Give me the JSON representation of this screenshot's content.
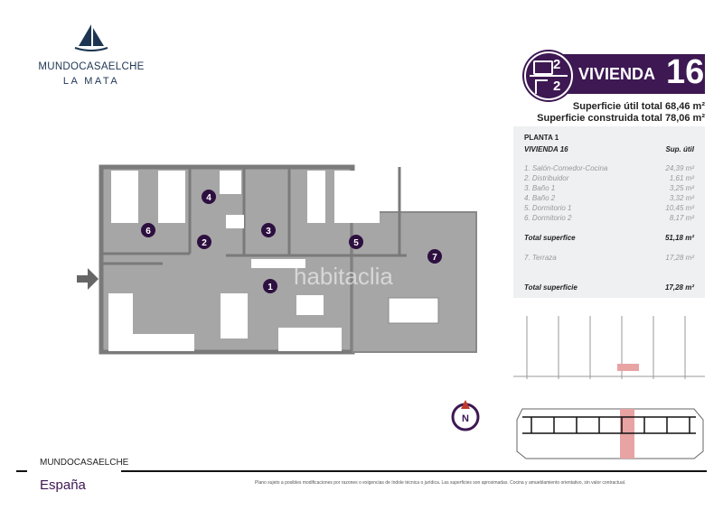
{
  "logo": {
    "brand": "MUNDOCASAELCHE",
    "location": "LA MATA"
  },
  "header": {
    "bedrooms": "2",
    "bathrooms": "2",
    "title": "VIVIENDA",
    "number": "16",
    "superficie_util": "Superficie útil total 68,46 m²",
    "superficie_construida": "Superficie construida total 78,06 m²"
  },
  "table": {
    "floor": "PLANTA 1",
    "unit": "VIVIENDA 16",
    "col_header": "Sup. útil",
    "rooms": [
      {
        "name": "1. Salón-Comedor-Cocina",
        "area": "24,39 m²"
      },
      {
        "name": "2. Distribuidor",
        "area": "1,61 m²"
      },
      {
        "name": "3. Baño 1",
        "area": "3,25 m²"
      },
      {
        "name": "4. Baño 2",
        "area": "3,32 m²"
      },
      {
        "name": "5. Dormitorio 1",
        "area": "10,45 m²"
      },
      {
        "name": "6. Dormitorio 2",
        "area": "8,17 m²"
      }
    ],
    "total1_label": "Total superfice",
    "total1_value": "51,18 m²",
    "terrace": {
      "name": "7. Terraza",
      "area": "17,28 m²"
    },
    "total2_label": "Total superficie",
    "total2_value": "17,28 m²"
  },
  "plan": {
    "labels": [
      "1",
      "2",
      "3",
      "4",
      "5",
      "6",
      "7"
    ],
    "watermark": "habitaclia",
    "compass": "N"
  },
  "footer": {
    "brand": "MUNDOCASAELCHE",
    "country": "España",
    "disclaimer": "Plano sujeto a posibles modificaciones por razones o exigencias de índole técnica o jurídica. Las superficies son aproximadas. Cocina y amueblamiento orientativo, sin valor contractual."
  },
  "colors": {
    "accent": "#3d1853",
    "highlight": "#e8a3a3",
    "floor": "#a6a6a6"
  }
}
